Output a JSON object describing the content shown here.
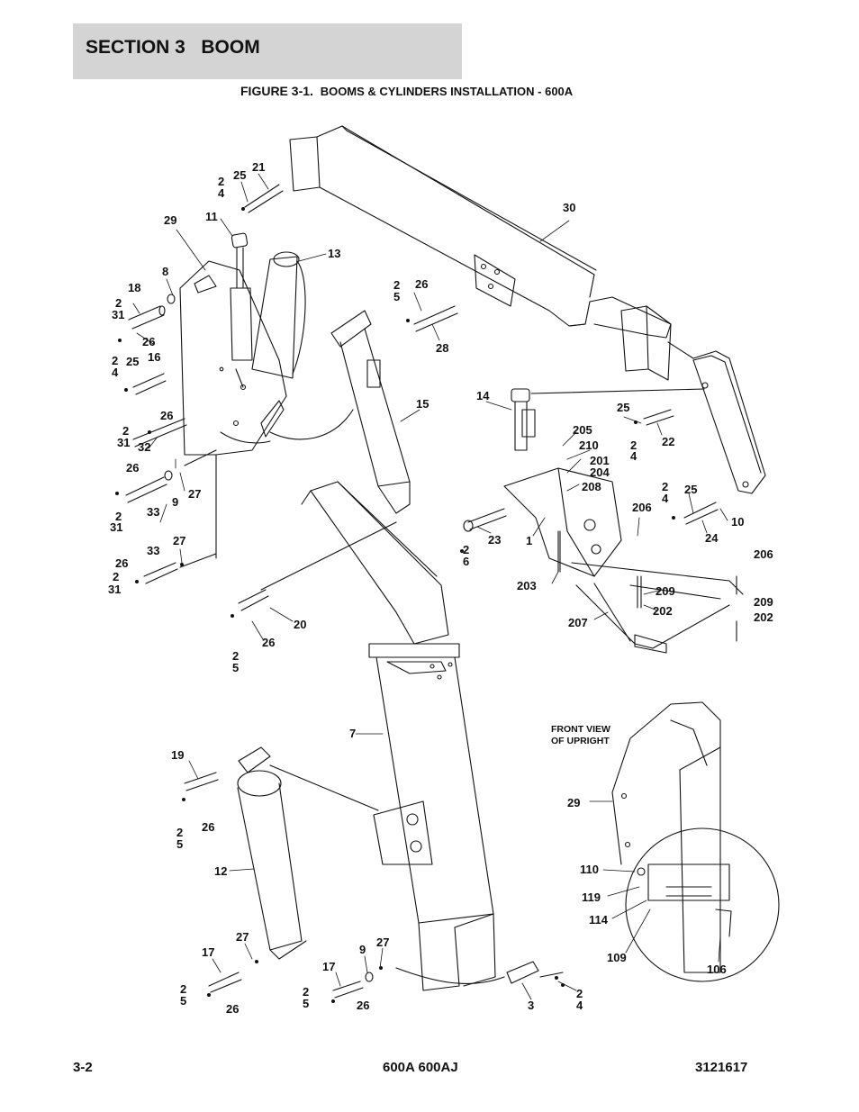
{
  "header": {
    "section_title": "SECTION 3   BOOM"
  },
  "figure": {
    "number": "FIGURE 3-1.",
    "title": "BOOMS & CYLINDERS INSTALLATION - 600A",
    "front_view_caption_1": "FRONT VIEW",
    "front_view_caption_2": "OF UPRIGHT"
  },
  "callouts": {
    "c21": "21",
    "c25a": "25",
    "c24a": "2",
    "c24b": "4",
    "c30": "30",
    "c29": "29",
    "c11": "11",
    "c13": "13",
    "c8": "8",
    "c18": "18",
    "c231a": "2",
    "c231b": "31",
    "c26a": "26",
    "c25b_1": "2",
    "c25b_2": "5",
    "c26b": "26",
    "c28": "28",
    "c24c_1": "2",
    "c24c_2": "4",
    "c25c": "25",
    "c16": "16",
    "c14": "14",
    "c15": "15",
    "c26c": "26",
    "c231c_1": "2",
    "c231c_2": "31",
    "c32": "32",
    "c26d": "26",
    "c9": "9",
    "c27a": "27",
    "c231d_1": "2",
    "c231d_2": "31",
    "c33a": "33",
    "c33b": "33",
    "c27b": "27",
    "c26e": "26",
    "c231e_1": "2",
    "c231e_2": "31",
    "c25d": "25",
    "c22": "22",
    "c24d_1": "2",
    "c24d_2": "4",
    "c205": "205",
    "c210": "210",
    "c201": "201",
    "c204": "204",
    "c208": "208",
    "c24e_1": "2",
    "c24e_2": "4",
    "c25e": "25",
    "c10": "10",
    "c24f": "24",
    "c206a": "206",
    "c206b": "206",
    "c23": "23",
    "c1": "1",
    "c26f_1": "2",
    "c26f_2": "6",
    "c203": "203",
    "c209a": "209",
    "c202a": "202",
    "c209b": "209",
    "c202b": "202",
    "c207": "207",
    "c20": "20",
    "c26g": "26",
    "c25f_1": "2",
    "c25f_2": "5",
    "c7": "7",
    "c19": "19",
    "c26h": "26",
    "c25g_1": "2",
    "c25g_2": "5",
    "c12": "12",
    "c29b": "29",
    "c110": "110",
    "c119": "119",
    "c114": "114",
    "c109": "109",
    "c106": "106",
    "c17a": "17",
    "c27c": "27",
    "c25h_1": "2",
    "c25h_2": "5",
    "c26i": "26",
    "c9b": "9",
    "c27d": "27",
    "c17b": "17",
    "c25i_1": "2",
    "c25i_2": "5",
    "c26j": "26",
    "c3": "3",
    "c24g_1": "2",
    "c24g_2": "4"
  },
  "footer": {
    "page_number": "3-2",
    "model": "600A 600AJ",
    "doc_number": "3121617"
  }
}
